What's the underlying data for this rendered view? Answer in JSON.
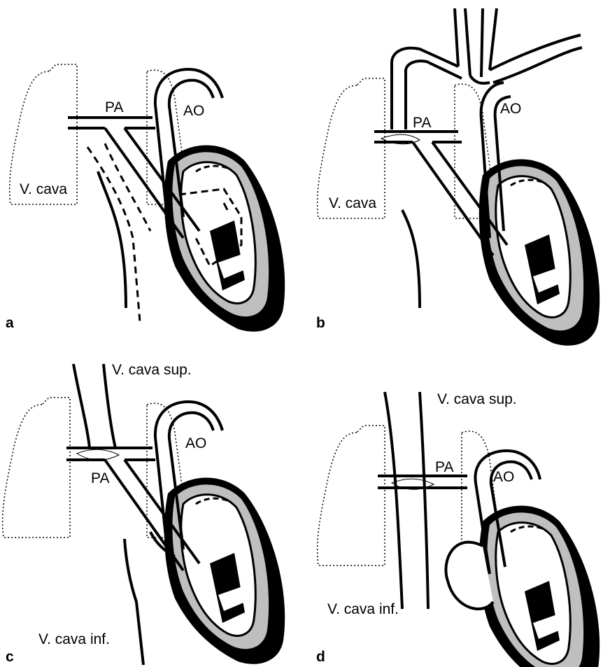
{
  "panels": [
    {
      "letter": "a",
      "labels": {
        "pa": "PA",
        "ao": "AO",
        "vcava": "V. cava"
      }
    },
    {
      "letter": "b",
      "labels": {
        "pa": "PA",
        "ao": "AO",
        "vcava": "V. cava"
      }
    },
    {
      "letter": "c",
      "labels": {
        "pa": "PA",
        "ao": "AO",
        "vcava_sup": "V. cava sup.",
        "vcava_inf": "V. cava inf."
      }
    },
    {
      "letter": "d",
      "labels": {
        "pa": "PA",
        "ao": "AO",
        "vcava_sup": "V. cava sup.",
        "vcava_inf": "V. cava inf."
      }
    }
  ],
  "colors": {
    "ink": "#000000",
    "shade": "#bfbfbf",
    "background": "#ffffff"
  }
}
